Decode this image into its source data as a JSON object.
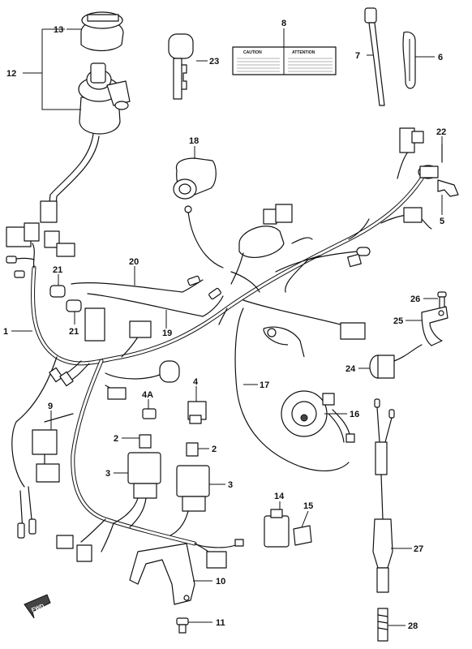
{
  "callouts": {
    "c1": "1",
    "c2a": "2",
    "c2b": "2",
    "c3a": "3",
    "c3b": "3",
    "c4": "4",
    "c4a": "4A",
    "c5": "5",
    "c6": "6",
    "c7": "7",
    "c8": "8",
    "c9": "9",
    "c10": "10",
    "c11": "11",
    "c12": "12",
    "c13": "13",
    "c14": "14",
    "c15": "15",
    "c16": "16",
    "c17": "17",
    "c18": "18",
    "c19": "19",
    "c20": "20",
    "c21a": "21",
    "c21b": "21",
    "c22": "22",
    "c23": "23",
    "c24": "24",
    "c25": "25",
    "c26": "26",
    "c27": "27",
    "c28": "28"
  },
  "labels": {
    "caution": "CAUTION",
    "attention": "ATTENTION",
    "fwd": "FWD"
  }
}
